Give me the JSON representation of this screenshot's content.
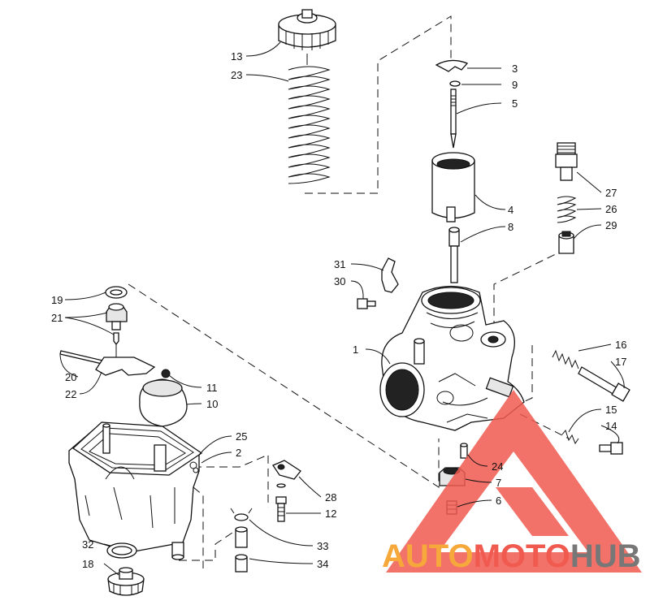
{
  "diagram": {
    "callouts": [
      "1",
      "2",
      "3",
      "4",
      "5",
      "6",
      "7",
      "8",
      "9",
      "10",
      "11",
      "12",
      "13",
      "14",
      "15",
      "16",
      "17",
      "18",
      "19",
      "20",
      "21",
      "22",
      "23",
      "24",
      "25",
      "26",
      "27",
      "28",
      "29",
      "30",
      "31",
      "32",
      "33",
      "34"
    ]
  },
  "watermark": {
    "part1": "AUTO",
    "part2": "MOTO",
    "part3": "HUB",
    "colors": {
      "auto": "#f6a83a",
      "moto": "#f05a4f",
      "hub": "#777777",
      "triangle": "#f05a4f"
    }
  }
}
